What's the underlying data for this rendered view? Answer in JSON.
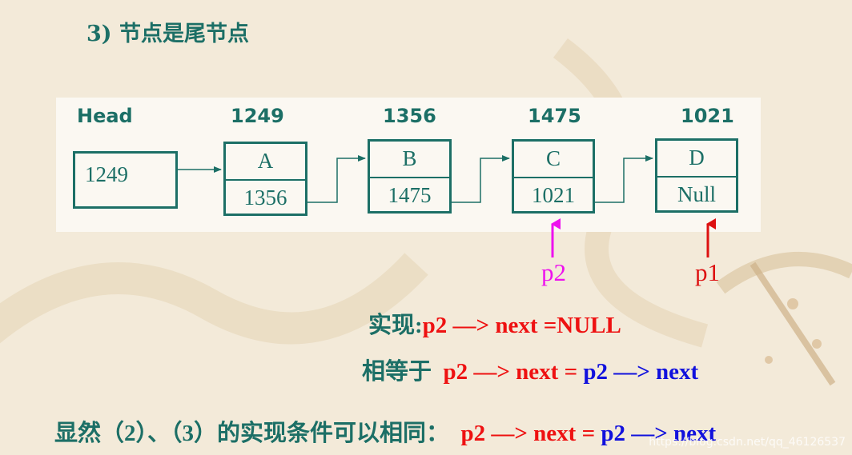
{
  "title": "3) 节点是尾节点",
  "head": {
    "label": "Head",
    "value": "1249"
  },
  "nodes": [
    {
      "addr": "1249",
      "data": "A",
      "next": "1356"
    },
    {
      "addr": "1356",
      "data": "B",
      "next": "1475"
    },
    {
      "addr": "1475",
      "data": "C",
      "next": "1021"
    },
    {
      "addr": "1021",
      "data": "D",
      "next": "Null"
    }
  ],
  "pointers": [
    {
      "label": "p2",
      "color": "#ee11ee"
    },
    {
      "label": "p1",
      "color": "#dd1111"
    }
  ],
  "impl": {
    "prefix": "实现:",
    "code": "p2 —> next =NULL"
  },
  "equiv": {
    "prefix": "相等于",
    "lhs": "p2 —> next =",
    "rhs": "p2 —> next"
  },
  "conclusion": {
    "text": "显然（2）、（3）的实现条件可以相同：",
    "lhs": "p2 —> next =",
    "rhs": "p2 —> next"
  },
  "watermark": "https://blog.csdn.net/qq_46126537",
  "colors": {
    "teal": "#1c6f66",
    "red": "#ee1111",
    "blue": "#1111dd",
    "magenta": "#ee11ee"
  }
}
